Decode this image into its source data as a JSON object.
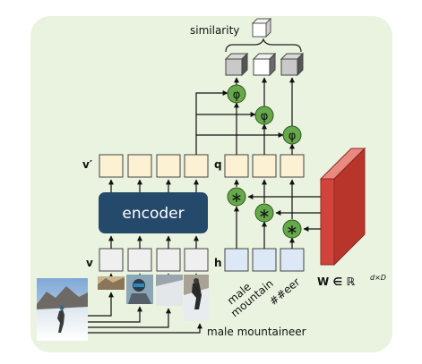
{
  "labels": {
    "similarity": "similarity",
    "v_prime": "v′",
    "q": "q",
    "v": "v",
    "h": "h",
    "encoder": "encoder",
    "phi": "φ",
    "conv": "∗",
    "weight": "W ∈ ℝ",
    "weight_sup": "d×D",
    "caption": "male mountaineer"
  },
  "tokens": [
    "male",
    "mountain",
    "##eer"
  ],
  "icons": [
    "photo-wide-scene",
    "photo-hill-crop",
    "photo-climber-face",
    "photo-snow-slope",
    "photo-climber-full"
  ],
  "colors": {
    "panel": "#eaf3df",
    "v_prime_fill": "#fdf1d3",
    "q_fill": "#fdf1d3",
    "v_fill": "#efefef",
    "h_fill": "#dde8f7",
    "encoder": "#25496b",
    "circle": "#67a84d",
    "weight": "#d2443a"
  }
}
